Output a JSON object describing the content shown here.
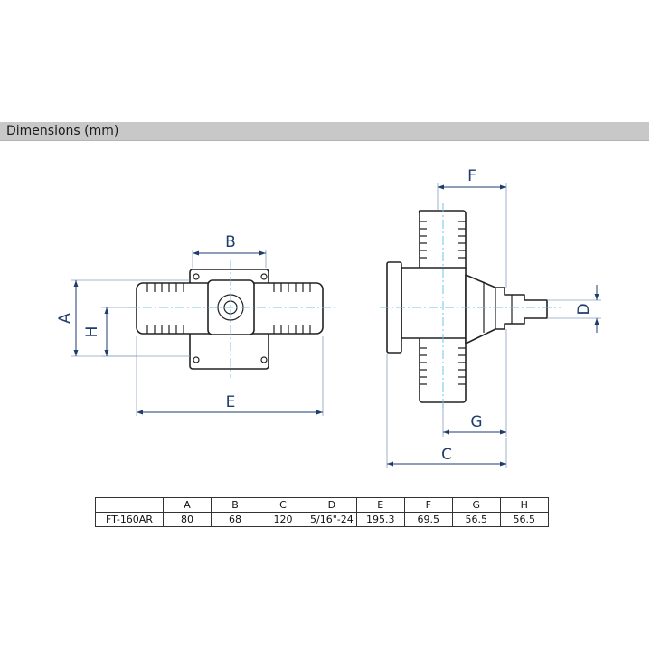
{
  "header": {
    "title": "Dimensions (mm)"
  },
  "labels": {
    "A": "A",
    "B": "B",
    "C": "C",
    "D": "D",
    "E": "E",
    "F": "F",
    "G": "G",
    "H": "H"
  },
  "table": {
    "columns": [
      "",
      "A",
      "B",
      "C",
      "D",
      "E",
      "F",
      "G",
      "H"
    ],
    "rows": [
      [
        "FT-160AR",
        "80",
        "68",
        "120",
        "5/16\"-24",
        "195.3",
        "69.5",
        "56.5",
        "56.5"
      ]
    ]
  }
}
